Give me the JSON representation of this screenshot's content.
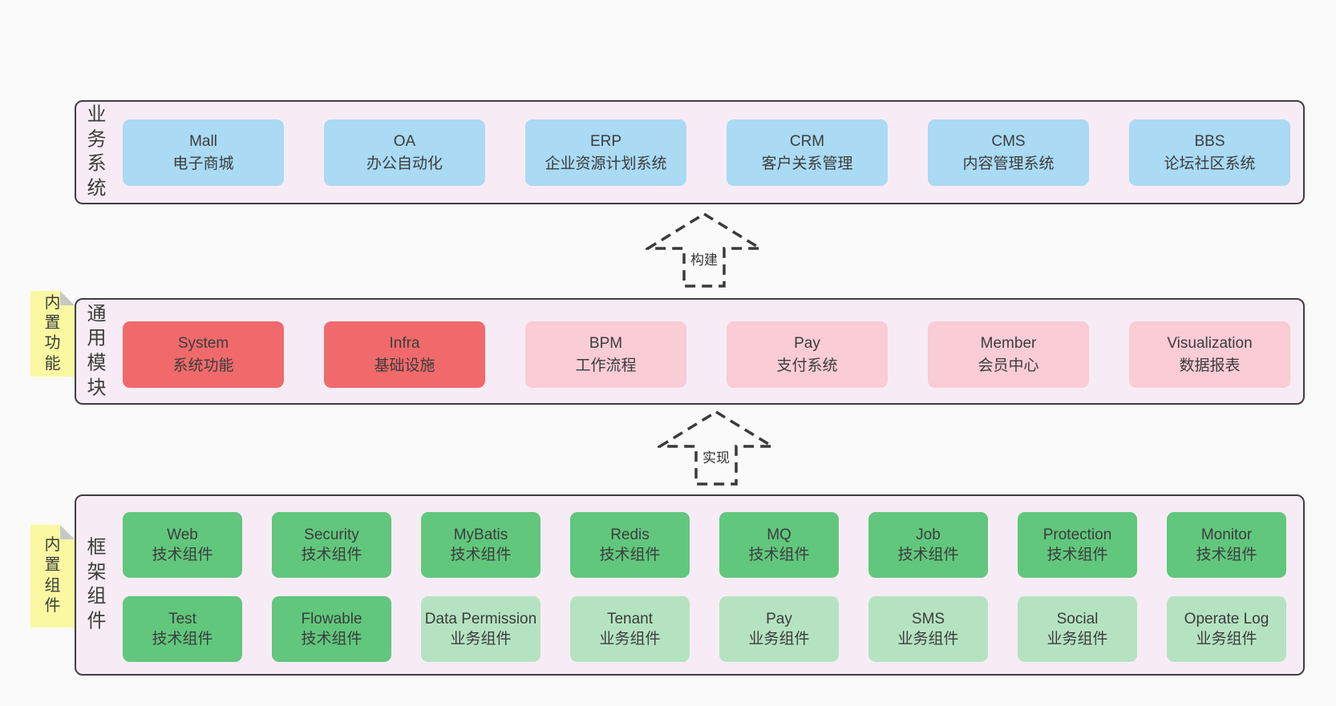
{
  "colors": {
    "page_bg": "#fafafa",
    "container_bg": "#f7ecf5",
    "container_border": "#3f3f3f",
    "box_blue": "#aadaf4",
    "box_red": "#f06a6c",
    "box_pink": "#faccd5",
    "box_green": "#61c77d",
    "box_light_green": "#b5e3c1",
    "note_yellow": "#faf9a2",
    "note_fold_gray": "#c8c8c8",
    "text": "#3c3c3c"
  },
  "layers": [
    {
      "label": "业务系统",
      "boxes": [
        {
          "name": "Mall",
          "subtitle": "电子商城",
          "variant": "blue"
        },
        {
          "name": "OA",
          "subtitle": "办公自动化",
          "variant": "blue"
        },
        {
          "name": "ERP",
          "subtitle": "企业资源计划系统",
          "variant": "blue"
        },
        {
          "name": "CRM",
          "subtitle": "客户关系管理",
          "variant": "blue"
        },
        {
          "name": "CMS",
          "subtitle": "内容管理系统",
          "variant": "blue"
        },
        {
          "name": "BBS",
          "subtitle": "论坛社区系统",
          "variant": "blue"
        }
      ]
    },
    {
      "label": "通用模块",
      "note": "内置功能",
      "boxes": [
        {
          "name": "System",
          "subtitle": "系统功能",
          "variant": "red"
        },
        {
          "name": "Infra",
          "subtitle": "基础设施",
          "variant": "red"
        },
        {
          "name": "BPM",
          "subtitle": "工作流程",
          "variant": "pink"
        },
        {
          "name": "Pay",
          "subtitle": "支付系统",
          "variant": "pink"
        },
        {
          "name": "Member",
          "subtitle": "会员中心",
          "variant": "pink"
        },
        {
          "name": "Visualization",
          "subtitle": "数据报表",
          "variant": "pink"
        }
      ]
    },
    {
      "label": "框架组件",
      "note": "内置组件",
      "rows": [
        [
          {
            "name": "Web",
            "subtitle": "技术组件",
            "variant": "green"
          },
          {
            "name": "Security",
            "subtitle": "技术组件",
            "variant": "green"
          },
          {
            "name": "MyBatis",
            "subtitle": "技术组件",
            "variant": "green"
          },
          {
            "name": "Redis",
            "subtitle": "技术组件",
            "variant": "green"
          },
          {
            "name": "MQ",
            "subtitle": "技术组件",
            "variant": "green"
          },
          {
            "name": "Job",
            "subtitle": "技术组件",
            "variant": "green"
          },
          {
            "name": "Protection",
            "subtitle": "技术组件",
            "variant": "green"
          },
          {
            "name": "Monitor",
            "subtitle": "技术组件",
            "variant": "green"
          }
        ],
        [
          {
            "name": "Test",
            "subtitle": "技术组件",
            "variant": "green"
          },
          {
            "name": "Flowable",
            "subtitle": "技术组件",
            "variant": "green"
          },
          {
            "name": "Data Permission",
            "subtitle": "业务组件",
            "variant": "lightgreen"
          },
          {
            "name": "Tenant",
            "subtitle": "业务组件",
            "variant": "lightgreen"
          },
          {
            "name": "Pay",
            "subtitle": "业务组件",
            "variant": "lightgreen"
          },
          {
            "name": "SMS",
            "subtitle": "业务组件",
            "variant": "lightgreen"
          },
          {
            "name": "Social",
            "subtitle": "业务组件",
            "variant": "lightgreen"
          },
          {
            "name": "Operate Log",
            "subtitle": "业务组件",
            "variant": "lightgreen"
          }
        ]
      ]
    }
  ],
  "arrows": [
    {
      "label": "构建"
    },
    {
      "label": "实现"
    }
  ]
}
